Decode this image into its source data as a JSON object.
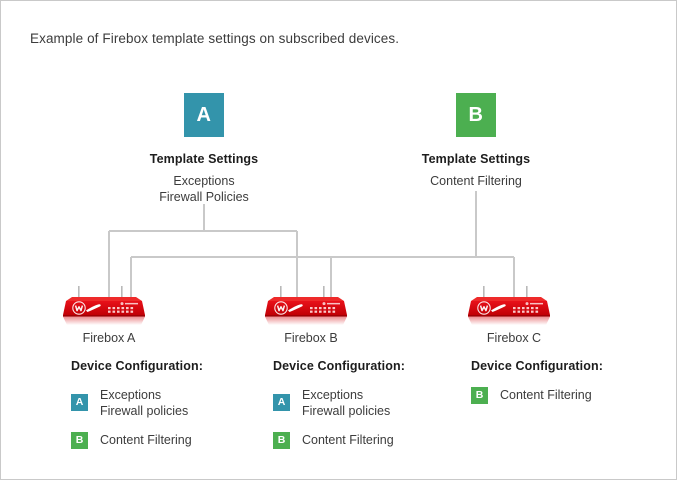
{
  "caption": "Example of Firebox template settings on subscribed devices.",
  "colors": {
    "template_a": "#3394ab",
    "template_b": "#4caf50",
    "device_red": "#d40000",
    "connector_line": "#c9c9c9",
    "text": "#3c3c3c",
    "border": "#c9c9c9"
  },
  "templates": [
    {
      "badge": "A",
      "badge_color": "teal",
      "title": "Template Settings",
      "settings": [
        "Exceptions",
        "Firewall Policies"
      ]
    },
    {
      "badge": "B",
      "badge_color": "green",
      "title": "Template Settings",
      "settings": [
        "Content Filtering"
      ]
    }
  ],
  "devices": [
    {
      "label": "Firebox A",
      "icon": "firebox-appliance-icon"
    },
    {
      "label": "Firebox B",
      "icon": "firebox-appliance-icon"
    },
    {
      "label": "Firebox C",
      "icon": "firebox-appliance-icon"
    }
  ],
  "configurations": [
    {
      "title": "Device Configuration:",
      "items": [
        {
          "badge": "A",
          "badge_color": "teal",
          "text": "Exceptions\nFirewall policies"
        },
        {
          "badge": "B",
          "badge_color": "green",
          "text": "Content Filtering"
        }
      ]
    },
    {
      "title": "Device Configuration:",
      "items": [
        {
          "badge": "A",
          "badge_color": "teal",
          "text": "Exceptions\nFirewall policies"
        },
        {
          "badge": "B",
          "badge_color": "green",
          "text": "Content Filtering"
        }
      ]
    },
    {
      "title": "Device Configuration:",
      "items": [
        {
          "badge": "B",
          "badge_color": "green",
          "text": "Content Filtering"
        }
      ]
    }
  ],
  "connections": {
    "template_a_subscribers": [
      "Firebox A",
      "Firebox B"
    ],
    "template_b_subscribers": [
      "Firebox A",
      "Firebox B",
      "Firebox C"
    ]
  }
}
